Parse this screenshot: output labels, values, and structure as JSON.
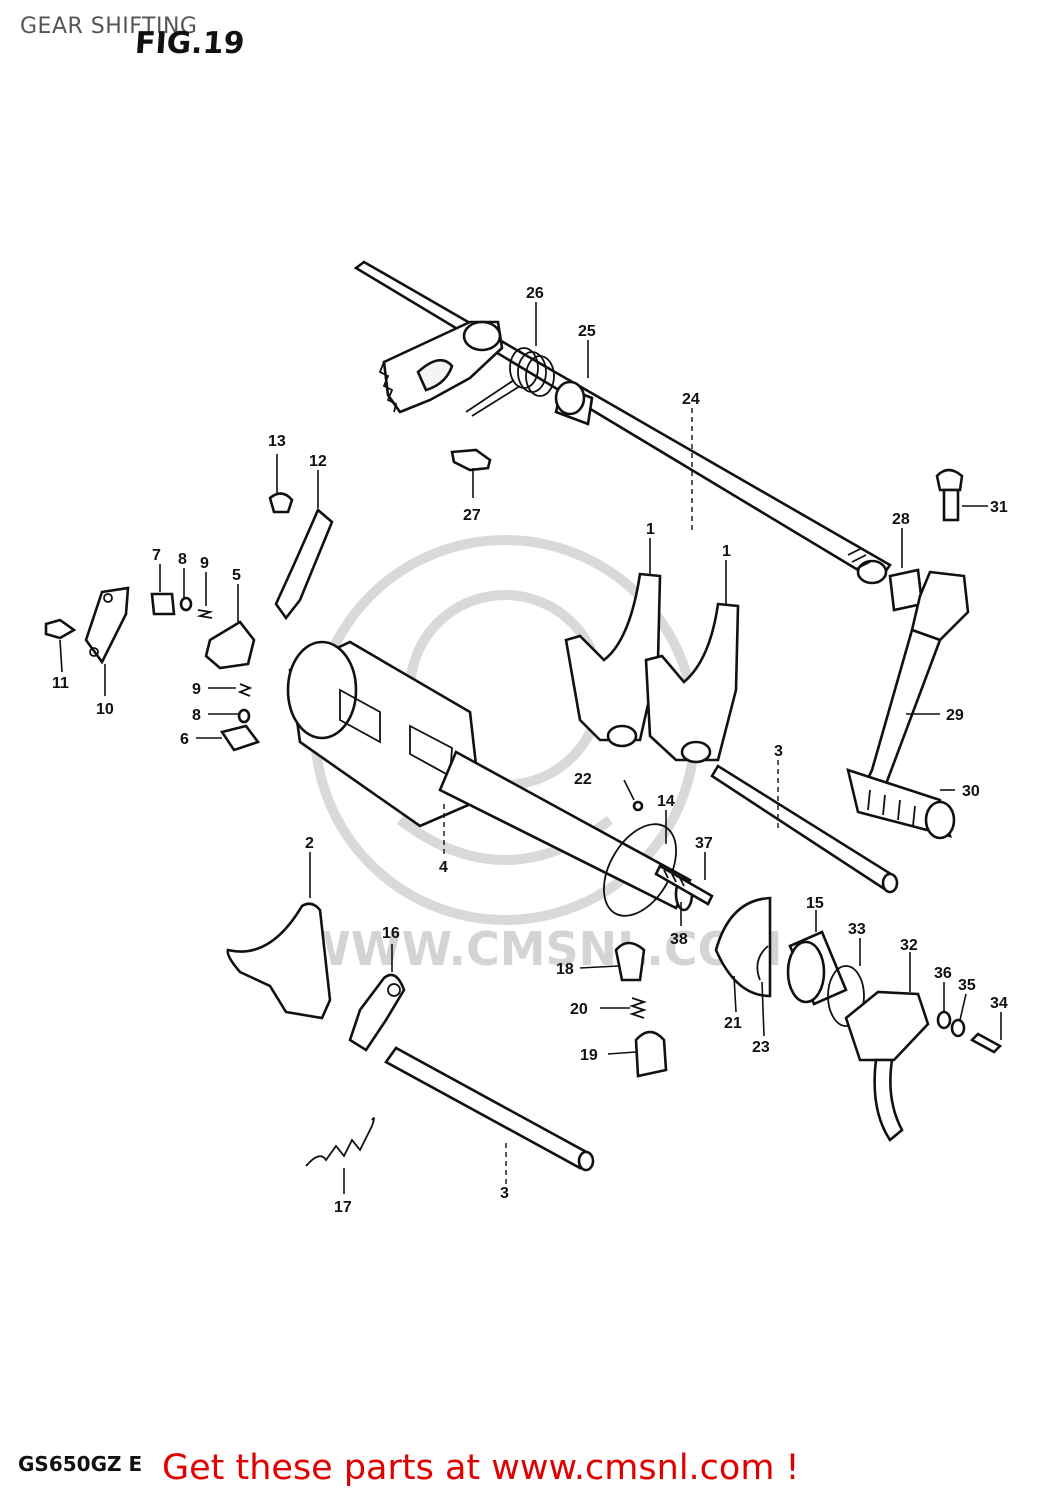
{
  "header": {
    "section_title": "GEAR SHIFTING",
    "figure_title": "FIG.19"
  },
  "watermark": {
    "text": "WWW.CMSNL.COM"
  },
  "callouts": {
    "c1a": "1",
    "c1b": "1",
    "c2": "2",
    "c3a": "3",
    "c3b": "3",
    "c4": "4",
    "c5": "5",
    "c6": "6",
    "c7": "7",
    "c8a": "8",
    "c8b": "8",
    "c9a": "9",
    "c9b": "9",
    "c10": "10",
    "c11": "11",
    "c12": "12",
    "c13": "13",
    "c14": "14",
    "c15": "15",
    "c16": "16",
    "c17": "17",
    "c18": "18",
    "c19": "19",
    "c20": "20",
    "c21": "21",
    "c22": "22",
    "c23": "23",
    "c24": "24",
    "c25": "25",
    "c26": "26",
    "c27": "27",
    "c28": "28",
    "c29": "29",
    "c30": "30",
    "c31": "31",
    "c32": "32",
    "c33": "33",
    "c34": "34",
    "c35": "35",
    "c36": "36",
    "c37": "37",
    "c38": "38"
  },
  "footer": {
    "model_code": "GS650GZ E",
    "link_text": "Get these parts at www.cmsnl.com !"
  }
}
